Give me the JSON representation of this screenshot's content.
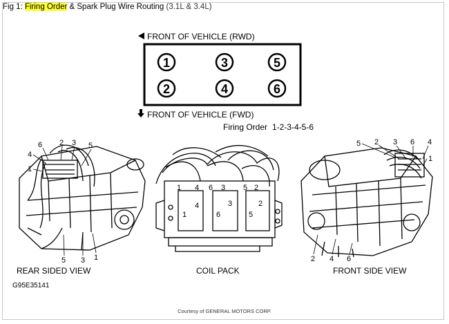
{
  "figure": {
    "prefix": "Fig 1: ",
    "highlight": "Firing Order",
    "rest": " & Spark Plug Wire Routing ",
    "suffix": "(3.1L & 3.4L)"
  },
  "cylinders": {
    "front_label_rwd": "FRONT OF VEHICLE (RWD)",
    "front_label_fwd": "FRONT OF VEHICLE (FWD)",
    "top_row": [
      "1",
      "3",
      "5"
    ],
    "bottom_row": [
      "2",
      "4",
      "6"
    ]
  },
  "firing_order": {
    "label": "Firing Order",
    "value": "1-2-3-4-5-6"
  },
  "views": {
    "rear": {
      "title": "REAR SIDED VIEW",
      "callouts": [
        "4",
        "6",
        "2",
        "3",
        "5",
        "1",
        "5",
        "3",
        "1"
      ]
    },
    "coil": {
      "title": "COIL PACK",
      "callouts": [
        "1",
        "4",
        "6",
        "3",
        "5",
        "2",
        "4",
        "1",
        "6",
        "3",
        "5",
        "2"
      ]
    },
    "front": {
      "title": "FRONT SIDE VIEW",
      "callouts": [
        "5",
        "2",
        "3",
        "6",
        "4",
        "1",
        "2",
        "4",
        "6"
      ]
    }
  },
  "catalog_code": "G95E35141",
  "credit": "Courtesy of GENERAL MOTORS CORP."
}
